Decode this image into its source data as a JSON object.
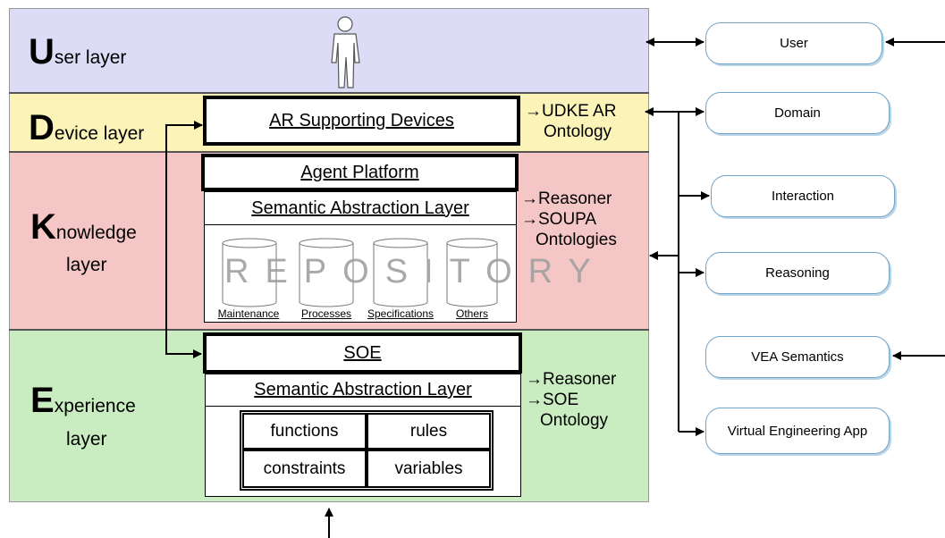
{
  "layers": {
    "user": {
      "initial": "U",
      "rest": "ser layer"
    },
    "device": {
      "initial": "D",
      "rest": "evice layer"
    },
    "knowledge": {
      "initial": "K",
      "rest": "nowledge",
      "line2": "layer"
    },
    "experience": {
      "initial": "E",
      "rest": "xperience",
      "line2": "layer"
    }
  },
  "device_box": "AR Supporting Devices",
  "device_side": {
    "line1": "→UDKE AR",
    "line2": "Ontology"
  },
  "agent_platform": "Agent Platform",
  "knowledge_sal": "Semantic Abstraction Layer",
  "knowledge_side": {
    "line1": "→Reasoner",
    "line2": "→SOUPA",
    "line3": "Ontologies"
  },
  "repository": {
    "watermark": "REPOSITORY",
    "items": [
      "Maintenance",
      "Processes",
      "Specifications",
      "Others"
    ]
  },
  "soe": "SOE",
  "experience_sal": "Semantic Abstraction Layer",
  "experience_side": {
    "line1": "→Reasoner",
    "line2": "→SOE",
    "line3": "Ontology"
  },
  "grid": {
    "functions": "functions",
    "rules": "rules",
    "constraints": "constraints",
    "variables": "variables"
  },
  "right_boxes": {
    "user": "User",
    "domain": "Domain",
    "interaction": "Interaction",
    "reasoning": "Reasoning",
    "vea": "VEA Semantics",
    "vea_app": "Virtual Engineering App"
  },
  "colors": {
    "user_layer": "#dcdcf6",
    "device_layer": "#fbf3b7",
    "knowledge_layer": "#f5c6c6",
    "experience_layer": "#c9ecc0",
    "box_border": "#6fa3c8"
  }
}
